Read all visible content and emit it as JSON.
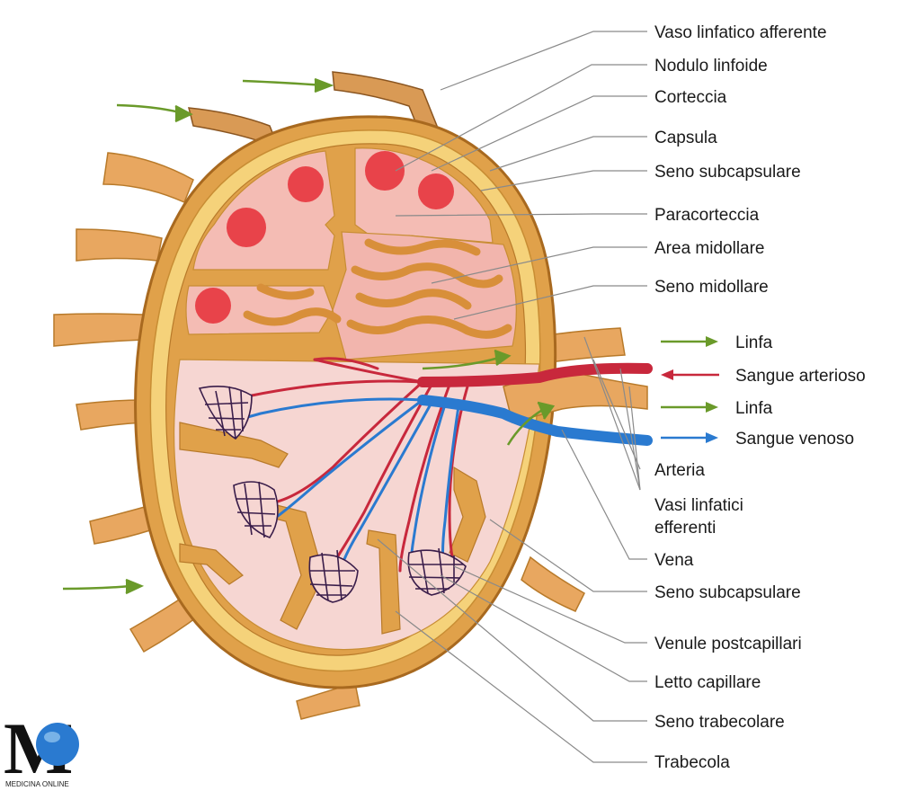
{
  "labels": {
    "vaso_linfatico_afferente": "Vaso linfatico afferente",
    "nodulo_linfoide": "Nodulo linfoide",
    "corteccia": "Corteccia",
    "capsula": "Capsula",
    "seno_subcapsulare_top": "Seno subcapsulare",
    "paracorteccia": "Paracorteccia",
    "area_midollare": "Area midollare",
    "seno_midollare": "Seno midollare",
    "arteria": "Arteria",
    "vasi_linfatici_efferenti_1": "Vasi linfatici",
    "vasi_linfatici_efferenti_2": "efferenti",
    "vena": "Vena",
    "seno_subcapsulare_bottom": "Seno subcapsulare",
    "venule_postcapillari": "Venule postcapillari",
    "letto_capillare": "Letto capillare",
    "seno_trabecolare": "Seno trabecolare",
    "trabecola": "Trabecola"
  },
  "legend": [
    {
      "label": "Linfa",
      "color": "#6a9a2a",
      "direction": "right"
    },
    {
      "label": "Sangue arterioso",
      "color": "#c8283c",
      "direction": "left"
    },
    {
      "label": "Linfa",
      "color": "#6a9a2a",
      "direction": "right"
    },
    {
      "label": "Sangue venoso",
      "color": "#2a7ad0",
      "direction": "right"
    }
  ],
  "logo": {
    "letter": "M",
    "text": "MEDICINA ONLINE"
  },
  "colors": {
    "capsule": "#e0a14a",
    "capsule_edge": "#b87a2a",
    "sinus": "#f5d27a",
    "cortex": "#f4bcb4",
    "nodule": "#e8434a",
    "medulla": "#f6d6d2",
    "artery": "#c8283c",
    "vein": "#2a7ad0",
    "lymph": "#6a9a2a",
    "capillary": "#3a1d4a"
  }
}
